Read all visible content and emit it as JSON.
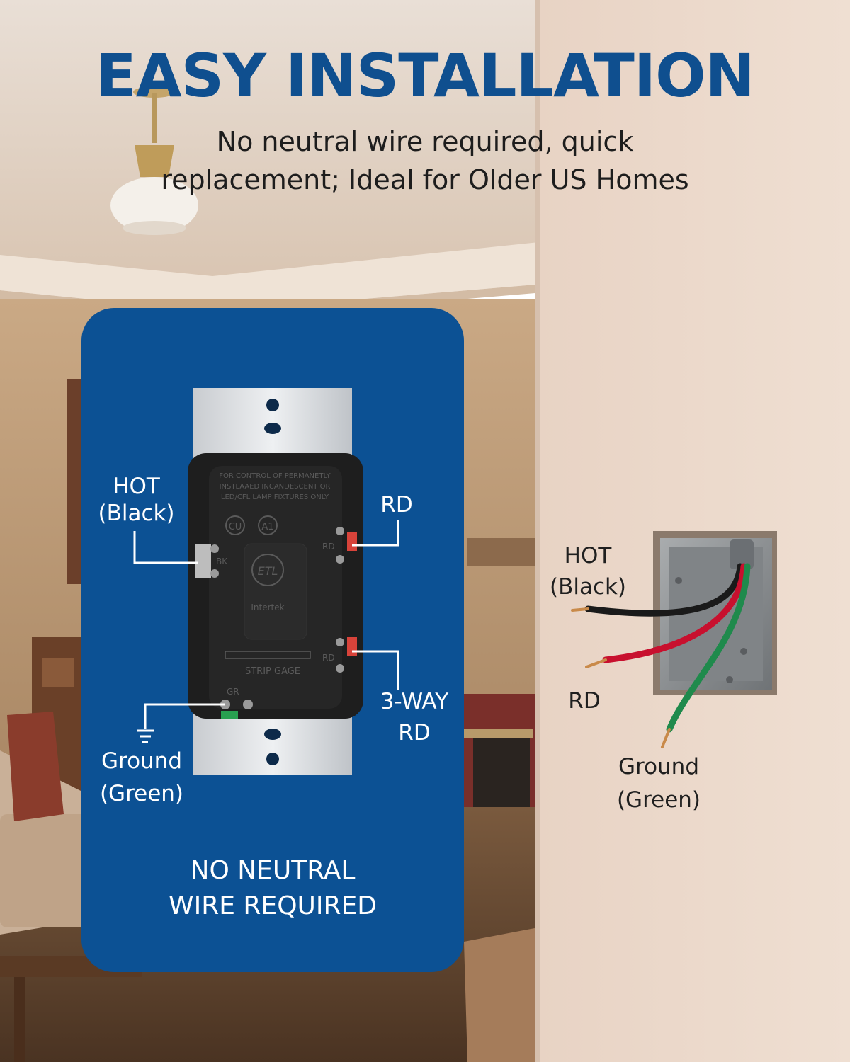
{
  "headline": "EASY INSTALLATION",
  "subtitle": {
    "line1": "No neutral wire required, quick",
    "line2": "replacement; Ideal for Older US Homes"
  },
  "switch_diagram": {
    "hot_label": [
      "HOT",
      "(Black)"
    ],
    "rd_label": "RD",
    "threeway_label": [
      "3-WAY",
      "RD"
    ],
    "ground_label": [
      "Ground",
      "(Green)"
    ],
    "body_text": [
      "FOR CONTROL OF PERMANETLY",
      "INSTLAAED INCANDESCENT OR",
      "LED/CFL LAMP FIXTURES ONLY"
    ],
    "cert_marks": [
      "CU",
      "A1"
    ],
    "etl_brand": "Intertek",
    "terminal_bk": "BK",
    "terminal_rd": "RD",
    "terminal_gr": "GR",
    "strip_gage": "STRIP GAGE",
    "no_neutral": [
      "NO NEUTRAL",
      "WIRE REQUIRED"
    ]
  },
  "wall_box": {
    "hot_label": [
      "HOT",
      "(Black)"
    ],
    "rd_label": "RD",
    "ground_label": [
      "Ground",
      "(Green)"
    ]
  },
  "colors": {
    "brand_blue": "#0c5194",
    "headline_blue": "#0f4f8f",
    "hot_wire": "#1a1a1a",
    "rd_wire": "#c8102e",
    "ground_wire": "#1f8a4c"
  }
}
